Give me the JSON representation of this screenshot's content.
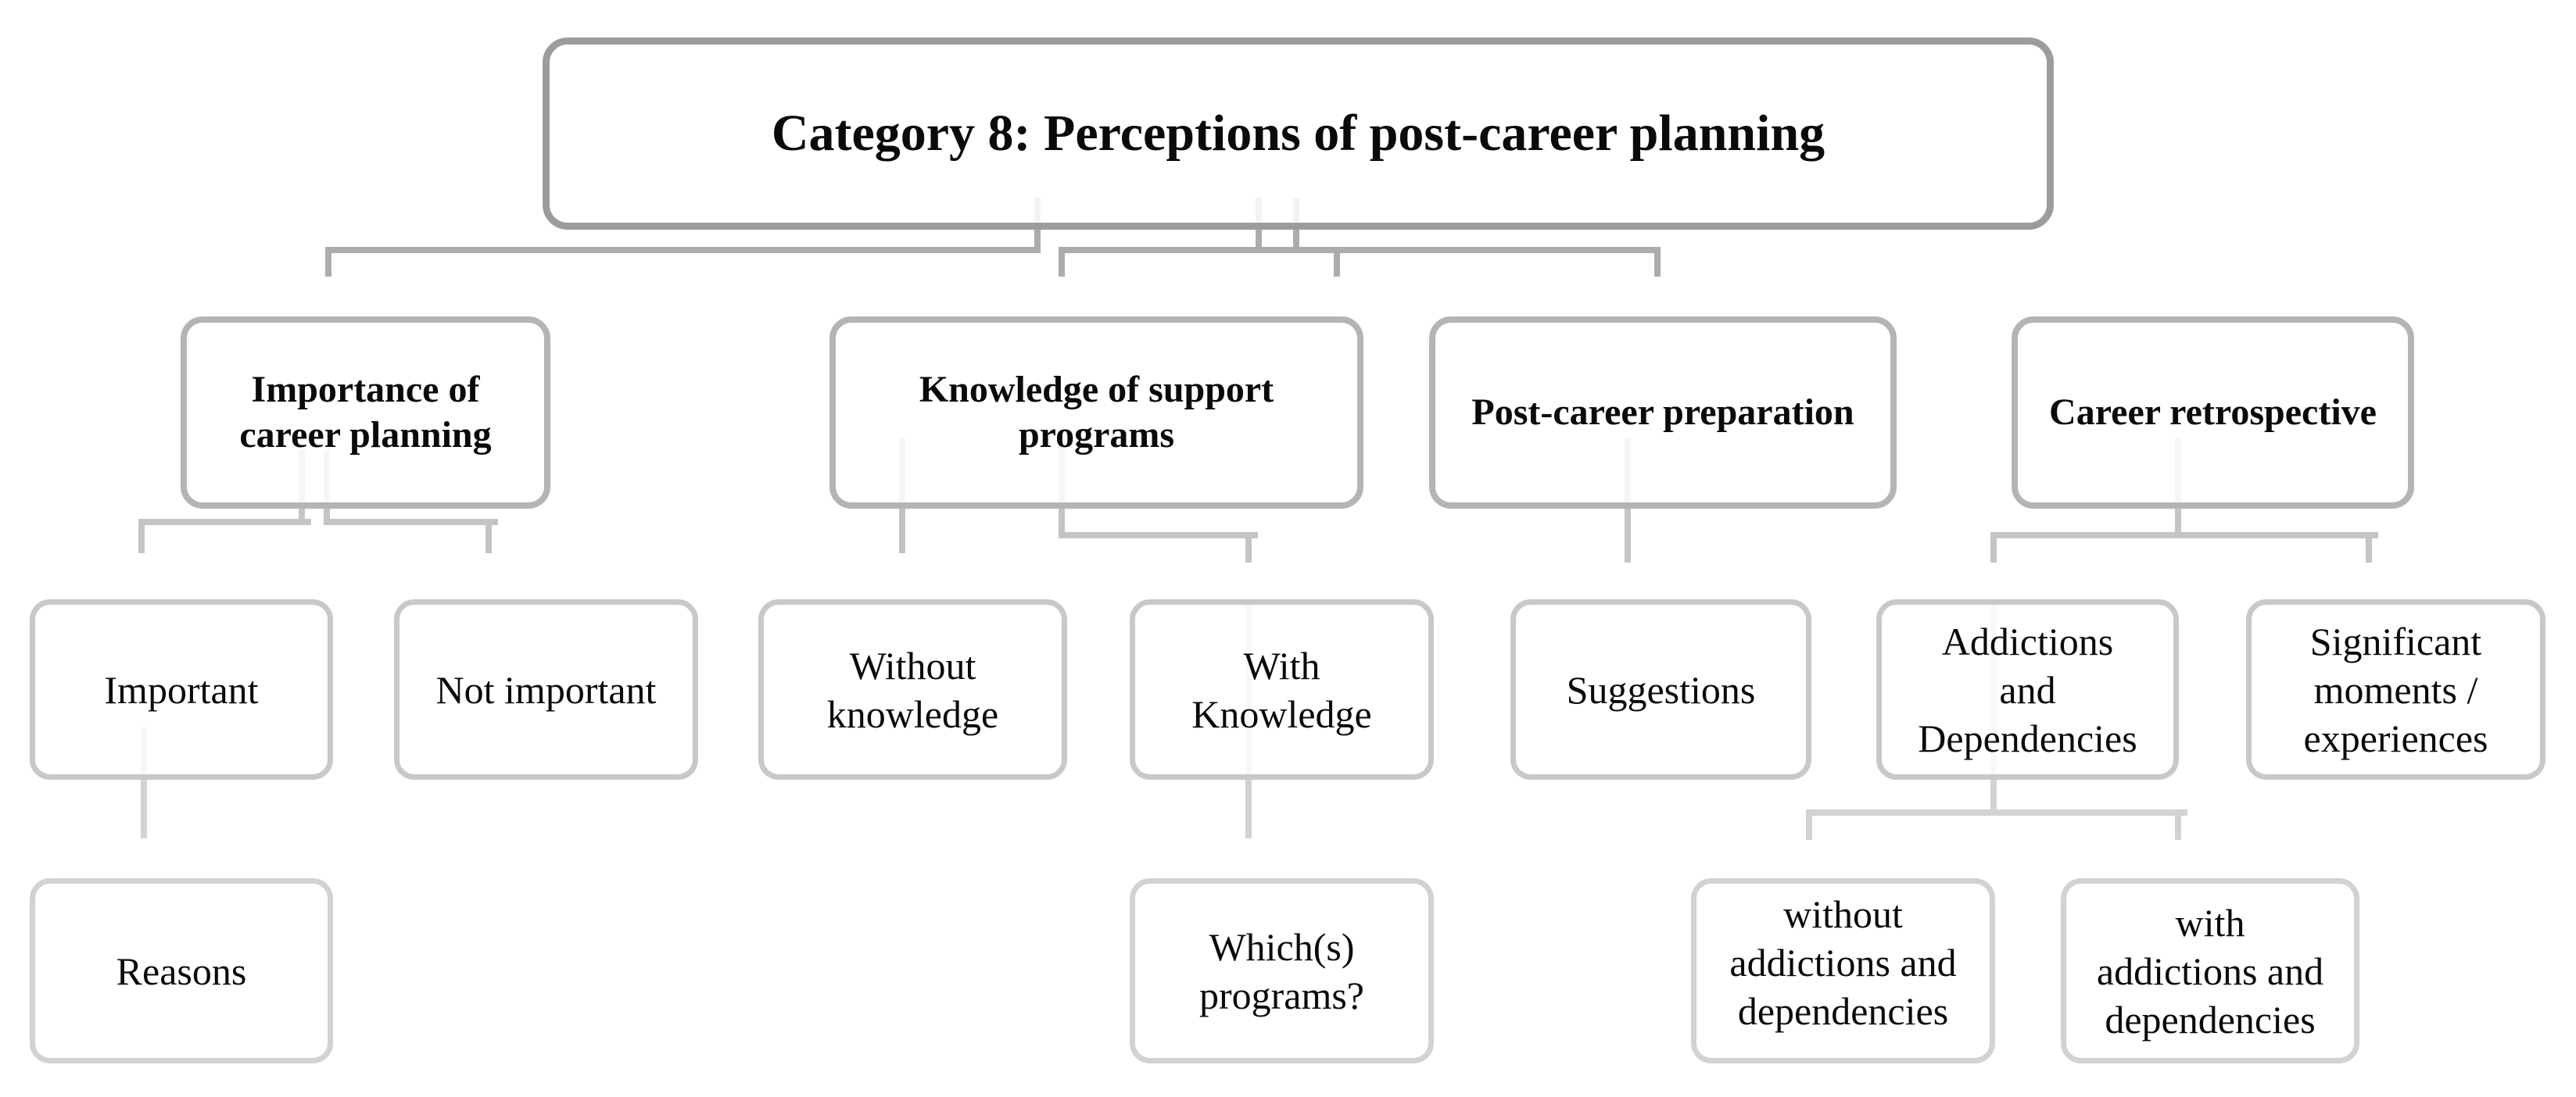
{
  "diagram": {
    "title": {
      "label": "Category 8: Perceptions of post-career planning"
    },
    "level2": [
      {
        "id": "importance",
        "label": "Importance of\ncareer planning"
      },
      {
        "id": "knowledge",
        "label": "Knowledge of support\nprograms"
      },
      {
        "id": "post_career",
        "label": "Post-career preparation"
      },
      {
        "id": "retrospective",
        "label": "Career retrospective"
      }
    ],
    "level3": [
      {
        "id": "important",
        "label": "Important"
      },
      {
        "id": "not_important",
        "label": "Not important"
      },
      {
        "id": "without_knowledge",
        "label": "Without\nknowledge"
      },
      {
        "id": "with_knowledge",
        "label": "With\nKnowledge"
      },
      {
        "id": "suggestions",
        "label": "Suggestions"
      },
      {
        "id": "addictions",
        "label": "Addictions\nand\nDependencies"
      },
      {
        "id": "significant",
        "label": "Significant\nmoments /\nexperiences"
      }
    ],
    "level4": [
      {
        "id": "reasons",
        "label": "Reasons"
      },
      {
        "id": "which_programs",
        "label": "Which(s)\nprograms?"
      },
      {
        "id": "without_addictions",
        "label": "without\naddictions and\ndependencies"
      },
      {
        "id": "with_addictions",
        "label": "with\naddictions and\ndependencies"
      }
    ],
    "edges": [
      {
        "from": "title",
        "to": "importance"
      },
      {
        "from": "title",
        "to": "knowledge"
      },
      {
        "from": "title",
        "to": "post_career"
      },
      {
        "from": "title",
        "to": "retrospective"
      },
      {
        "from": "importance",
        "to": "important"
      },
      {
        "from": "importance",
        "to": "not_important"
      },
      {
        "from": "knowledge",
        "to": "without_knowledge"
      },
      {
        "from": "knowledge",
        "to": "with_knowledge"
      },
      {
        "from": "post_career",
        "to": "suggestions"
      },
      {
        "from": "retrospective",
        "to": "addictions"
      },
      {
        "from": "retrospective",
        "to": "significant"
      },
      {
        "from": "important",
        "to": "reasons"
      },
      {
        "from": "with_knowledge",
        "to": "which_programs"
      },
      {
        "from": "addictions",
        "to": "without_addictions"
      },
      {
        "from": "addictions",
        "to": "with_addictions"
      }
    ],
    "colors": {
      "title_border": "#9c9c9c",
      "level2_border": "#b4b4b4",
      "level3_border": "#c8c8c8",
      "level4_border": "#d2d2d2",
      "connector_dark": "#acacac",
      "connector_mid": "#c4c4c4",
      "connector_light": "#d2d2d2",
      "text": "#0a0a0a",
      "background": "#ffffff"
    }
  }
}
